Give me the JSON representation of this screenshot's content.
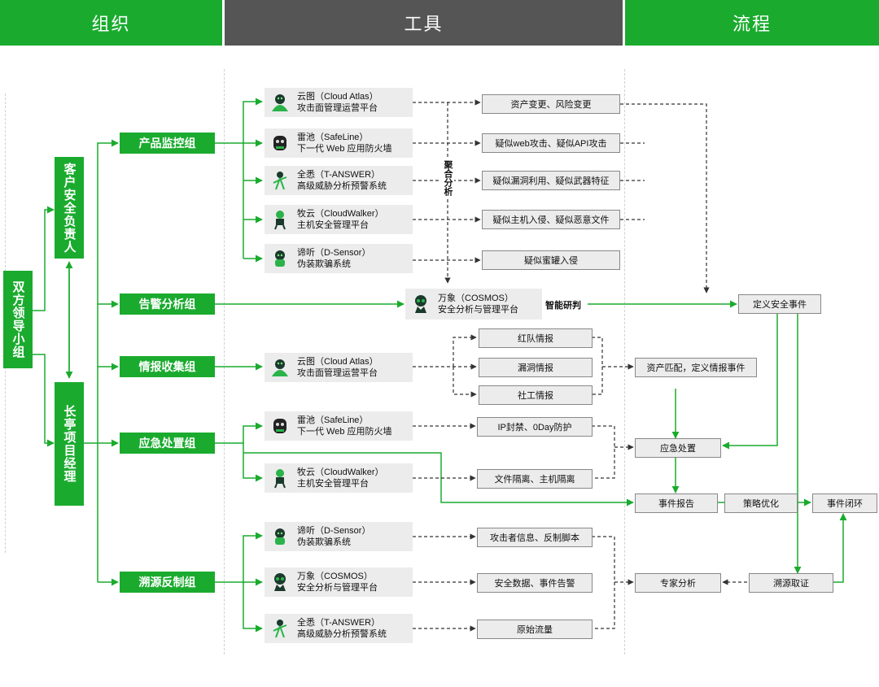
{
  "header": {
    "org": "组织",
    "tools": "工具",
    "process": "流程",
    "colors": {
      "green": "#1aab2e",
      "gray": "#555555"
    }
  },
  "org": {
    "leaders": "双方领导小组",
    "customer": "客户安全负责人",
    "manager": "长亭项目经理",
    "groups": [
      "产品监控组",
      "告警分析组",
      "情报收集组",
      "应急处置组",
      "溯源反制组"
    ]
  },
  "tools": {
    "monitor": [
      {
        "icon": "cloud-atlas-icon",
        "name": "云图（Cloud Atlas）",
        "desc": "攻击面管理运营平台"
      },
      {
        "icon": "safeline-icon",
        "name": "雷池（SafeLine）",
        "desc": "下一代 Web 应用防火墙"
      },
      {
        "icon": "t-answer-icon",
        "name": "全悉（T-ANSWER）",
        "desc": "高级威胁分析预警系统"
      },
      {
        "icon": "cloudwalker-icon",
        "name": "牧云（CloudWalker）",
        "desc": "主机安全管理平台"
      },
      {
        "icon": "d-sensor-icon",
        "name": "谛听（D-Sensor）",
        "desc": "伪装欺骗系统"
      }
    ],
    "analysis": {
      "icon": "cosmos-icon",
      "name": "万象（COSMOS）",
      "desc": "安全分析与管理平台"
    },
    "intel": {
      "icon": "cloud-atlas-icon",
      "name": "云图（Cloud Atlas）",
      "desc": "攻击面管理运营平台"
    },
    "response": [
      {
        "icon": "safeline-icon",
        "name": "雷池（SafeLine）",
        "desc": "下一代 Web 应用防火墙"
      },
      {
        "icon": "cloudwalker-icon",
        "name": "牧云（CloudWalker）",
        "desc": "主机安全管理平台"
      }
    ],
    "trace": [
      {
        "icon": "d-sensor-icon",
        "name": "谛听（D-Sensor）",
        "desc": "伪装欺骗系统"
      },
      {
        "icon": "cosmos-icon",
        "name": "万象（COSMOS）",
        "desc": "安全分析与管理平台"
      },
      {
        "icon": "t-answer-icon",
        "name": "全悉（T-ANSWER）",
        "desc": "高级威胁分析预警系统"
      }
    ]
  },
  "events": {
    "monitor": [
      "资产变更、风险变更",
      "疑似web攻击、疑似API攻击",
      "疑似漏洞利用、疑似武器特征",
      "疑似主机入侵、疑似恶意文件",
      "疑似蜜罐入侵"
    ],
    "intel": [
      "红队情报",
      "漏洞情报",
      "社工情报"
    ],
    "response": [
      "IP封禁、0Day防护",
      "文件隔离、主机隔离"
    ],
    "trace": [
      "攻击者信息、反制脚本",
      "安全数据、事件告警",
      "原始流量"
    ]
  },
  "labels": {
    "aggregate": "聚合分析",
    "smart": "智能研判"
  },
  "process": {
    "define_event": "定义安全事件",
    "asset_match": "资产匹配，定义情报事件",
    "emergency": "应急处置",
    "report": "事件报告",
    "optimize": "策略优化",
    "closure": "事件闭环",
    "expert": "专家分析",
    "trace_evidence": "溯源取证"
  }
}
